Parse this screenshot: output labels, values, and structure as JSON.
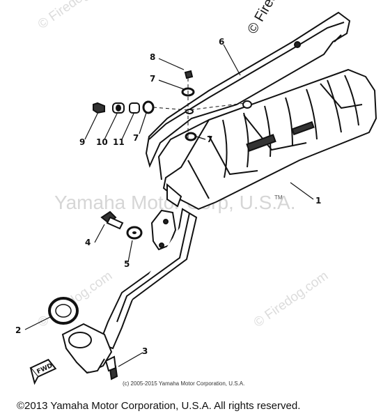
{
  "watermarks": {
    "main": "Yamaha Motor Corp, U.S.A.",
    "firedog": "© Firedog.com",
    "corner": "© Fired"
  },
  "fwd_label": "FWD",
  "callouts": [
    "1",
    "2",
    "3",
    "4",
    "5",
    "6",
    "7",
    "7",
    "7",
    "8",
    "9",
    "10",
    "11"
  ],
  "copyright_small": "(c) 2005-2015 Yamaha Motor Corporation, U.S.A.",
  "copyright_footer": "©2013 Yamaha Motor Corporation, U.S.A. All rights reserved.",
  "trademark": "TM"
}
